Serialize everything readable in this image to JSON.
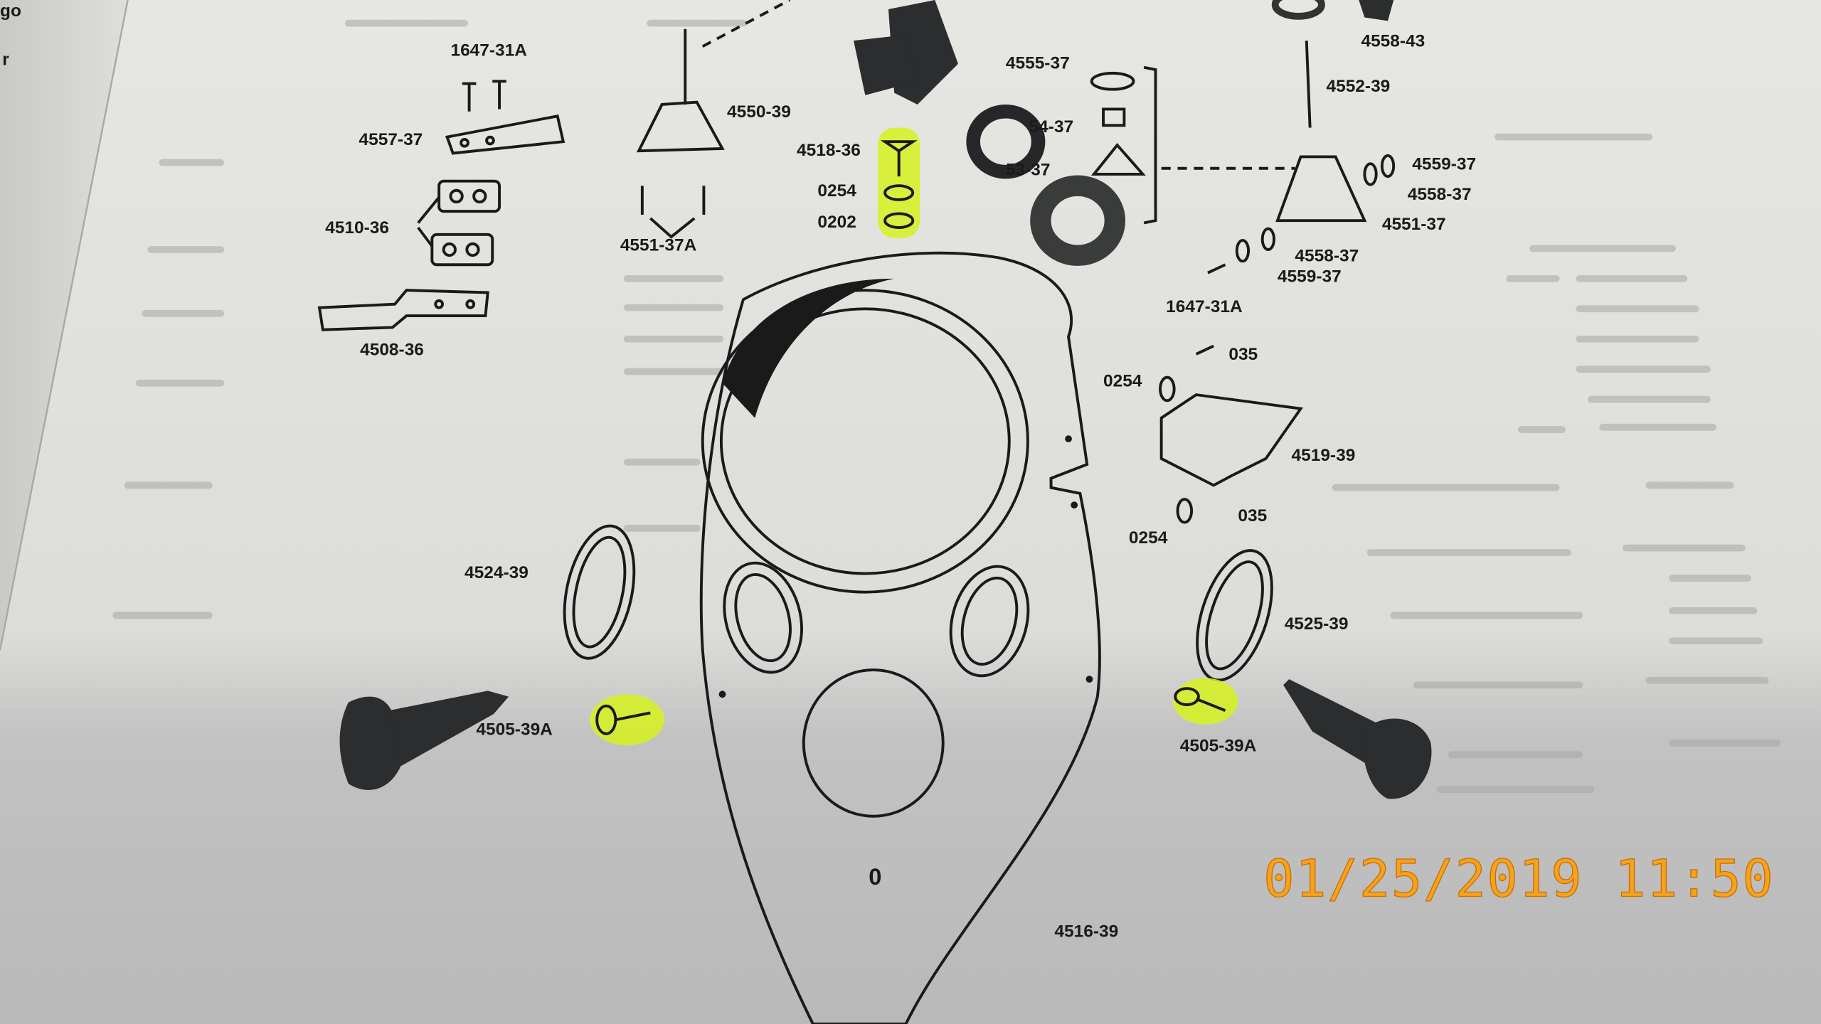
{
  "diagram": {
    "part_labels": {
      "p1647_31a_left": "1647-31A",
      "p4557_37": "4557-37",
      "p4510_36": "4510-36",
      "p4508_36": "4508-36",
      "p4550_39": "4550-39",
      "p4518_36": "4518-36",
      "p0254_top": "0254",
      "p0202": "0202",
      "p4551_37a": "4551-37A",
      "p4555_37": "4555-37",
      "p4554_37": "54-37",
      "p4553_37": "53-37",
      "p4558_43": "4558-43",
      "p4552_39": "4552-39",
      "p4559_37_top": "4559-37",
      "p4558_37_top": "4558-37",
      "p4551_37": "4551-37",
      "p4558_37_bottom": "4558-37",
      "p4559_37_bottom": "4559-37",
      "p1647_31a_right": "1647-31A",
      "p035_top": "035",
      "p0254_mid": "0254",
      "p4519_39": "4519-39",
      "p035_bottom": "035",
      "p0254_bottom": "0254",
      "p4524_39": "4524-39",
      "p4525_39": "4525-39",
      "p4505_39a_left": "4505-39A",
      "p4505_39a_right": "4505-39A",
      "p0_center": "0",
      "p4516_39": "4516-39",
      "edge_left_go": "go",
      "edge_left_r": "r"
    }
  },
  "photo": {
    "timestamp": "01/25/2019 11:50",
    "highlight_color": "#d6f21e",
    "timestamp_color": "#f7a21b"
  }
}
